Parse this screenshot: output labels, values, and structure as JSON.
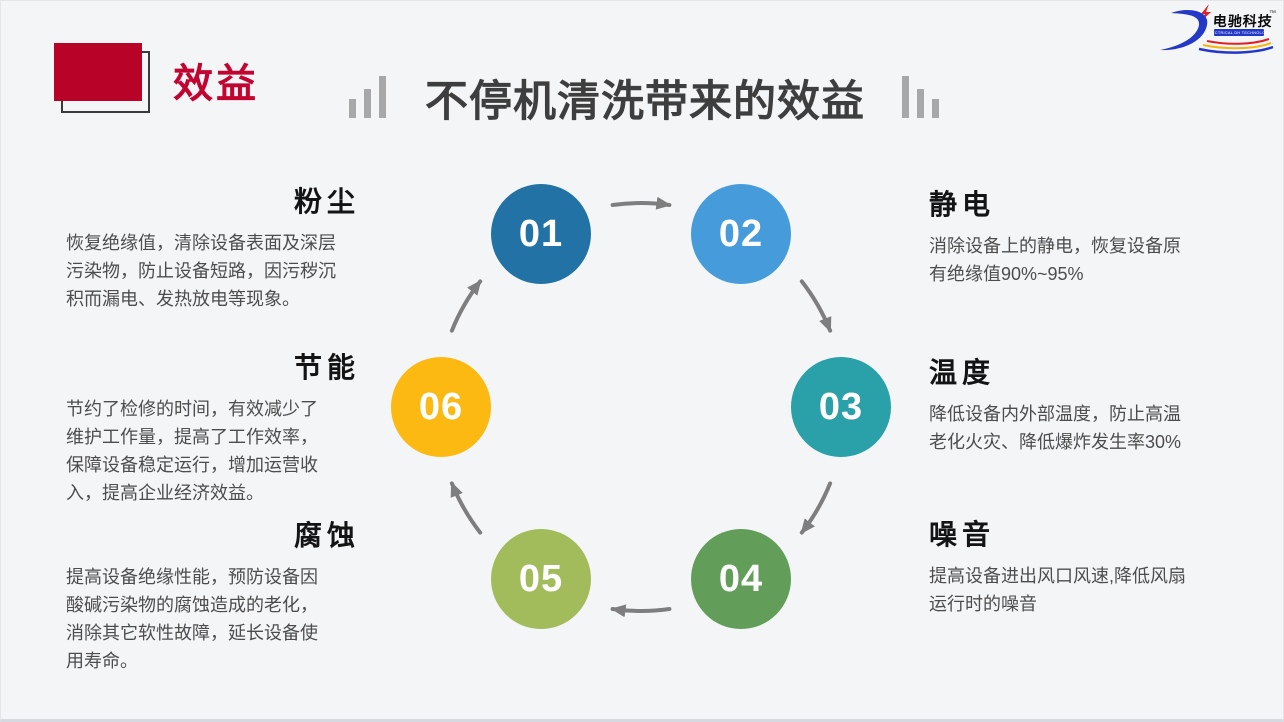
{
  "slide": {
    "corner_title": "效益",
    "main_title": "不停机清洗带来的效益"
  },
  "logo": {
    "company": "电驰科技",
    "trademark": "™",
    "tagline": "ELECTRICAL DH TECHNOLOGY"
  },
  "benefits_left": [
    {
      "title": "粉尘",
      "desc": "恢复绝缘值，清除设备表面及深层\n污染物，防止设备短路，因污秽沉\n积而漏电、发热放电等现象。"
    },
    {
      "title": "节能",
      "desc": "节约了检修的时间，有效减少了\n维护工作量，提高了工作效率，\n保障设备稳定运行，增加运营收\n入，提高企业经济效益。"
    },
    {
      "title": "腐蚀",
      "desc": "提高设备绝缘性能，预防设备因\n酸碱污染物的腐蚀造成的老化，\n消除其它软性故障，延长设备使\n用寿命。"
    }
  ],
  "benefits_right": [
    {
      "title": "静电",
      "desc": "消除设备上的静电，恢复设备原\n有绝缘值90%~95%"
    },
    {
      "title": "温度",
      "desc": "降低设备内外部温度，防止高温\n老化火灾、降低爆炸发生率30%"
    },
    {
      "title": "噪音",
      "desc": "提高设备进出风口风速,降低风扇\n运行时的噪音"
    }
  ],
  "cycle": {
    "steps": [
      {
        "number": "01",
        "color": "#2272a5"
      },
      {
        "number": "02",
        "color": "#469cdb"
      },
      {
        "number": "03",
        "color": "#2aa0a8"
      },
      {
        "number": "04",
        "color": "#629d59"
      },
      {
        "number": "05",
        "color": "#a2bc5b"
      },
      {
        "number": "06",
        "color": "#fbb911"
      }
    ],
    "arrow_color": "#7e7e7e"
  },
  "colors": {
    "background": "#f4f5f7",
    "accent_red_box": "#b90227",
    "accent_red_text": "#c20430",
    "main_title_gray": "#3e3e3e",
    "bars_gray": "#a8a8a8",
    "logo_blue": "#2438c8",
    "logo_red": "#e11f26",
    "logo_yellow": "#f5b50a"
  }
}
